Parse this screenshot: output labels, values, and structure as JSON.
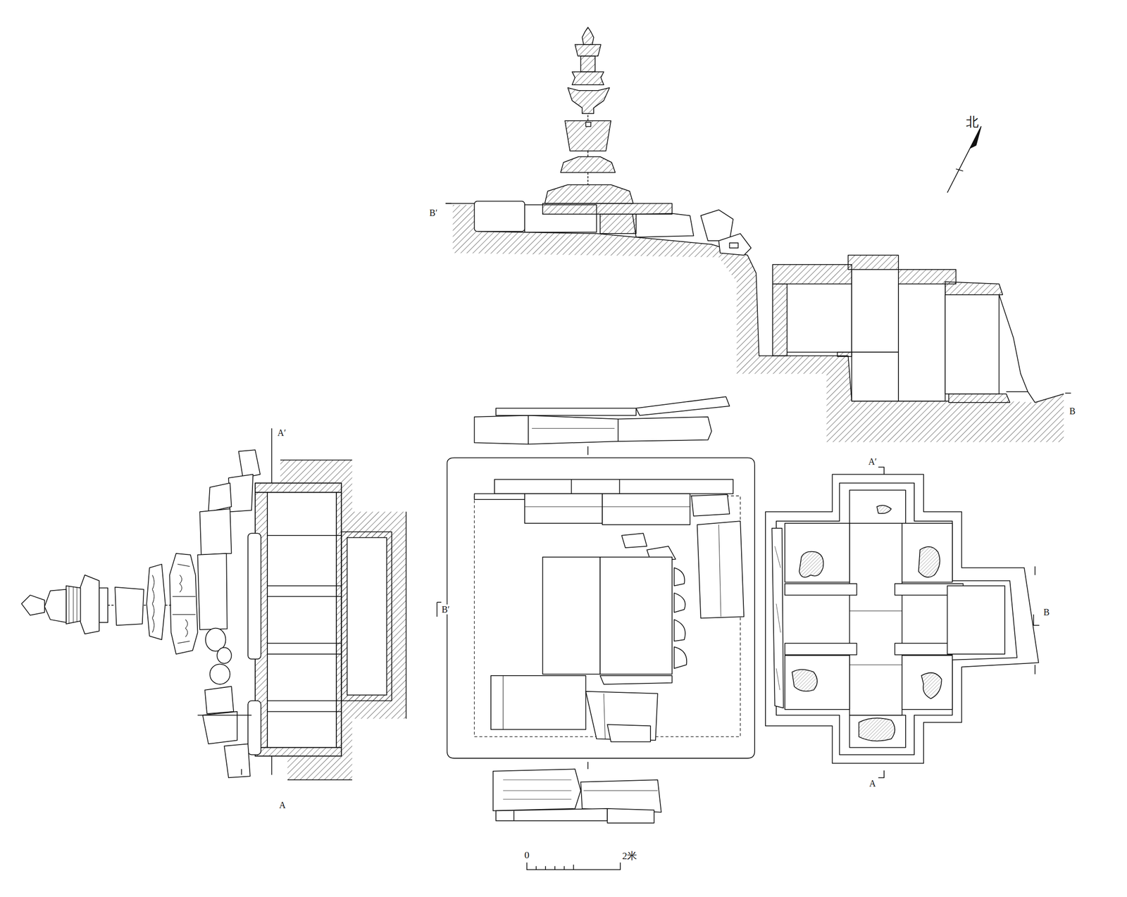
{
  "diagram": {
    "labels": [
      "北",
      "B′",
      "B",
      "A′",
      "A",
      "B′",
      "A′",
      "A",
      "B",
      "0",
      "2米"
    ]
  }
}
